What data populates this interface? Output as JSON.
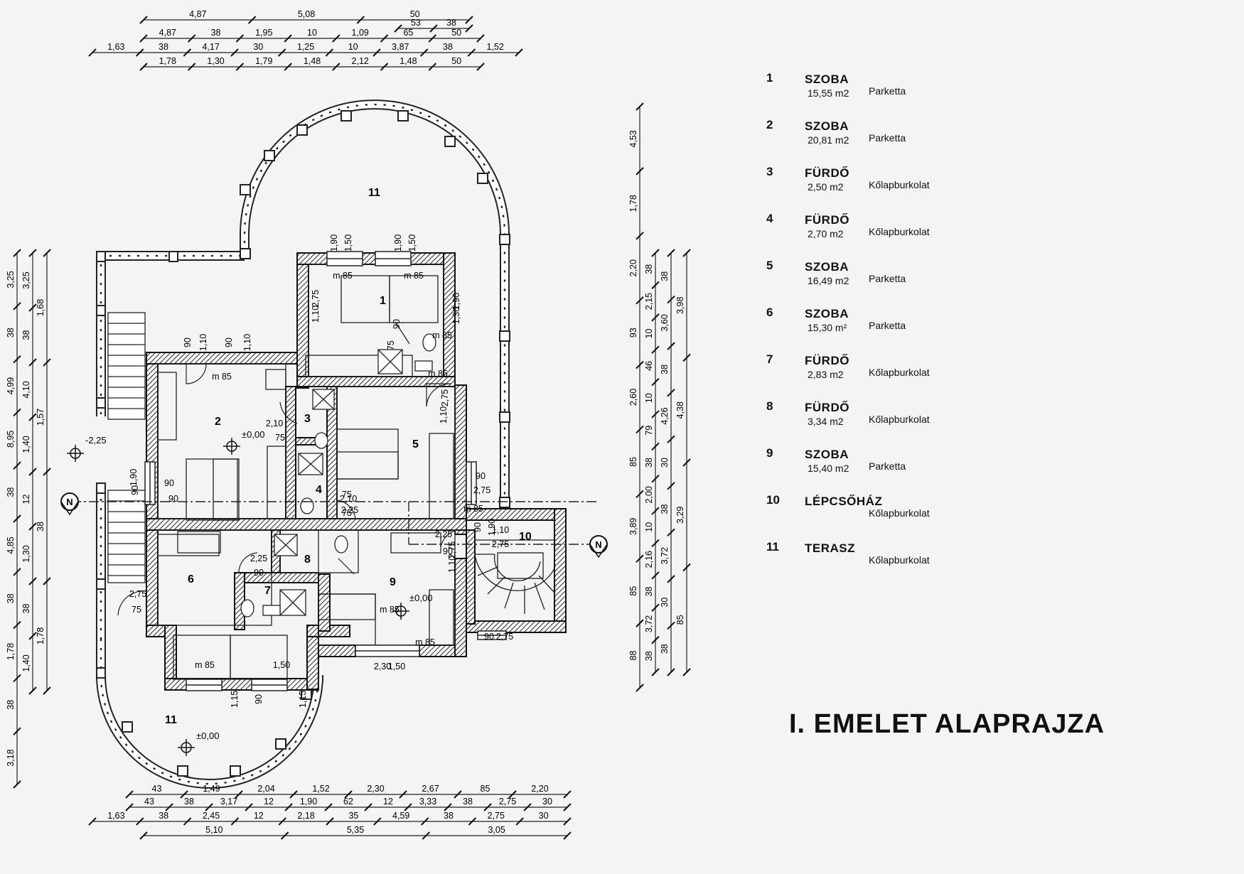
{
  "title": "I. EMELET ALAPRAJZA",
  "rooms": [
    {
      "num": "1",
      "name": "SZOBA",
      "area": "15,55 m2",
      "floor": "Parketta"
    },
    {
      "num": "2",
      "name": "SZOBA",
      "area": "20,81 m2",
      "floor": "Parketta"
    },
    {
      "num": "3",
      "name": "FÜRDŐ",
      "area": "2,50 m2",
      "floor": "Kőlapburkolat"
    },
    {
      "num": "4",
      "name": "FÜRDŐ",
      "area": "2,70 m2",
      "floor": "Kőlapburkolat"
    },
    {
      "num": "5",
      "name": "SZOBA",
      "area": "16,49 m2",
      "floor": "Parketta"
    },
    {
      "num": "6",
      "name": "SZOBA",
      "area": "15,30 m²",
      "floor": "Parketta"
    },
    {
      "num": "7",
      "name": "FÜRDŐ",
      "area": "2,83 m2",
      "floor": "Kőlapburkolat"
    },
    {
      "num": "8",
      "name": "FÜRDŐ",
      "area": "3,34 m2",
      "floor": "Kőlapburkolat"
    },
    {
      "num": "9",
      "name": "SZOBA",
      "area": "15,40 m2",
      "floor": "Parketta"
    },
    {
      "num": "10",
      "name": "LÉPCSŐHÁZ",
      "area": "",
      "floor": "Kőlapburkolat"
    },
    {
      "num": "11",
      "name": "TERASZ",
      "area": "",
      "floor": "Kőlapburkolat"
    }
  ],
  "plan": {
    "room_labels": [
      "1",
      "2",
      "3",
      "4",
      "5",
      "6",
      "7",
      "8",
      "9",
      "10",
      "11",
      "11"
    ],
    "levels": [
      "±0,00",
      "±0,00",
      "±0,00",
      "-2,25"
    ],
    "north_label": "N",
    "openings": [
      "m 85",
      "m 85",
      "m 85",
      "m 85",
      "m 85",
      "m 85",
      "m 85",
      "m 85",
      "m 85",
      "1,50",
      "1,90",
      "1,50",
      "1,90",
      "1,50",
      "1,90",
      "1,30",
      "2,75",
      "1,10",
      "2,75",
      "1,10",
      "2,75",
      "1,10",
      "2,75",
      "75",
      "2,10",
      "75",
      "2,10",
      "75",
      "2,25",
      "90",
      "2,25",
      "90",
      "1,90",
      "90",
      "90",
      "1,10",
      "90",
      "1,10",
      "90",
      "1,90",
      "2,30",
      "1,50",
      "90",
      "2,75",
      "90",
      "2,75",
      "90",
      "90",
      "1,10",
      "2,75",
      "75",
      "2,25",
      "75",
      "90",
      "1,15",
      "90",
      "1,15"
    ],
    "dims_top": {
      "row1": [
        "4,87",
        "5,08",
        "50"
      ],
      "row1b": [
        "53",
        "38"
      ],
      "row2": [
        "4,87",
        "38",
        "1,95",
        "10",
        "1,09",
        "65",
        "50"
      ],
      "row3": [
        "1,63",
        "38",
        "4,17",
        "30",
        "1,25",
        "10",
        "3,87",
        "38",
        "1,52"
      ],
      "row4": [
        "1,78",
        "1,30",
        "1,79",
        "1,48",
        "2,12",
        "1,48",
        "50"
      ]
    },
    "dims_bottom": {
      "row1": [
        "43",
        "1,49",
        "2,04",
        "1,52",
        "2,30",
        "2,67",
        "85",
        "2,20"
      ],
      "row2": [
        "43",
        "38",
        "3,17",
        "12",
        "1,90",
        "62",
        "12",
        "3,33",
        "38",
        "2,75",
        "30"
      ],
      "row3": [
        "1,63",
        "38",
        "2,45",
        "12",
        "2,18",
        "35",
        "4,59",
        "38",
        "2,75",
        "30"
      ],
      "row4": [
        "5,10",
        "5,35",
        "3,05"
      ]
    },
    "dims_left": {
      "col1": [
        "3,25",
        "38",
        "4,99",
        "8,95",
        "38",
        "4,85",
        "38",
        "1,78",
        "38",
        "3,18"
      ],
      "col2": [
        "3,25",
        "38",
        "4,10",
        "1,40",
        "12",
        "1,30",
        "38",
        "1,40"
      ],
      "col3": [
        "1,68",
        "1,57",
        "38",
        "1,78"
      ]
    },
    "dims_right": {
      "col1": [
        "4,53",
        "1,78",
        "2,20",
        "93",
        "2,60",
        "85",
        "3,89",
        "85",
        "88"
      ],
      "col2": [
        "38",
        "2,15",
        "10",
        "46",
        "10",
        "79",
        "38",
        "2,00",
        "10",
        "2,16",
        "38",
        "3,72",
        "38"
      ],
      "col3": [
        "38",
        "3,60",
        "38",
        "4,26",
        "30",
        "38",
        "3,72",
        "30",
        "38"
      ],
      "col4": [
        "3,98",
        "4,38",
        "3,29",
        "85"
      ]
    }
  }
}
